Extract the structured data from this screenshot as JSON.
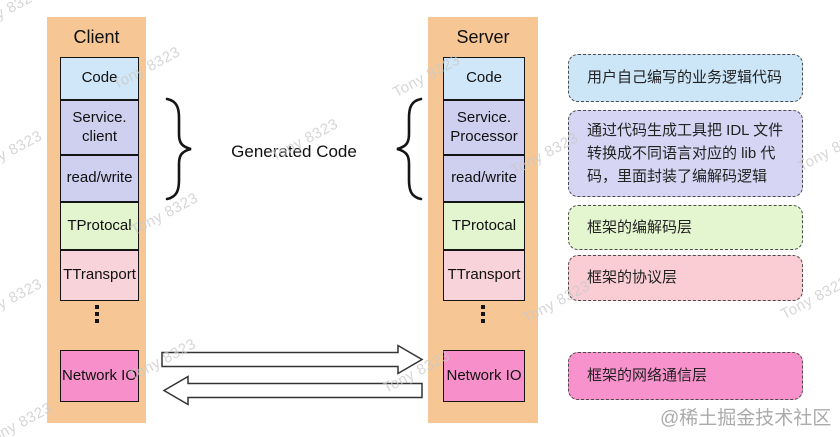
{
  "watermark": {
    "text": "Tony 8323"
  },
  "credit": "@稀土掘金技术社区",
  "middle": {
    "generated_code_label": "Generated Code"
  },
  "client": {
    "title": "Client",
    "boxes": {
      "code": "Code",
      "service": "Service.\nclient",
      "readwrite": "read/write",
      "tprotocal": "TProtocal",
      "ttransport": "TTransport",
      "network": "Network IO"
    }
  },
  "server": {
    "title": "Server",
    "boxes": {
      "code": "Code",
      "service": "Service.\nProcessor",
      "readwrite": "read/write",
      "tprotocal": "TProtocal",
      "ttransport": "TTransport",
      "network": "Network IO"
    }
  },
  "annotations": [
    {
      "text": "用户自己编写的业务逻辑代码",
      "color": "#cce6f8"
    },
    {
      "text": "通过代码生成工具把 IDL 文件\n转换成不同语言对应的 lib 代\n码，里面封装了编解码逻辑",
      "color": "#d6d6f4"
    },
    {
      "text": "框架的编解码层",
      "color": "#e4f6d0"
    },
    {
      "text": "框架的协议层",
      "color": "#f9cdd3"
    },
    {
      "text": "框架的网络通信层",
      "color": "#f892cc"
    }
  ],
  "colors": {
    "column_bg": "#f6c795",
    "code_box": "#cfe7f8",
    "generated_box": "#cfcff0",
    "protocol_box": "#e2f5ce",
    "transport_box": "#f9d3da",
    "network_box": "#f78fca",
    "watermark": "#c9c9c9"
  }
}
